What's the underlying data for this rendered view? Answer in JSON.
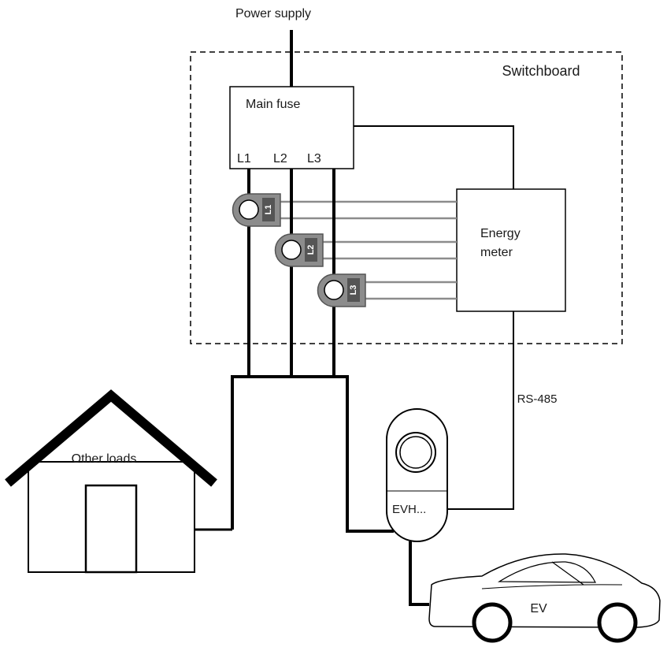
{
  "labels": {
    "power_supply": "Power supply",
    "switchboard": "Switchboard",
    "main_fuse": "Main fuse",
    "phase_l1": "L1",
    "phase_l2": "L2",
    "phase_l3": "L3",
    "energy_meter_line1": "Energy",
    "energy_meter_line2": "meter",
    "rs485": "RS-485",
    "other_loads": "Other loads",
    "charger": "EVH...",
    "ev": "EV"
  },
  "current_transformers": [
    {
      "label": "L1"
    },
    {
      "label": "L2"
    },
    {
      "label": "L3"
    }
  ],
  "colors": {
    "line": "#000000",
    "ct_body": "#8c8c8c",
    "ct_wire": "#8c8c8c"
  }
}
